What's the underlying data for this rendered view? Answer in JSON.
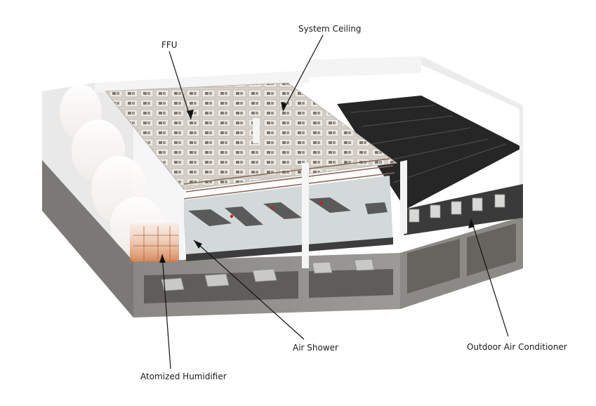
{
  "labels": {
    "ffu": "FFU",
    "system_ceiling": "System Ceiling",
    "air_shower": "Air Shower",
    "outdoor_air_conditioner": "Outdoor Air Conditioner",
    "atomized_humidifier": "Atomized Humidifier"
  },
  "colors": {
    "concrete": "#8f8d89",
    "concrete_dark": "#6f6d69",
    "wall": "#eeeeee",
    "ceiling_grid": "#cfccc6",
    "filter_unit": "#e6e3dc",
    "rail": "#8a6a5a",
    "ac_roof": "#2b2b2b",
    "floor": "#d7dcdc",
    "leader_line": "#111111",
    "humidifier_glow": "#d98a5a"
  },
  "icons": [
    "ffu-grid-icon",
    "ac-unit-icon",
    "air-vent-icon",
    "humidifier-mist-icon"
  ]
}
